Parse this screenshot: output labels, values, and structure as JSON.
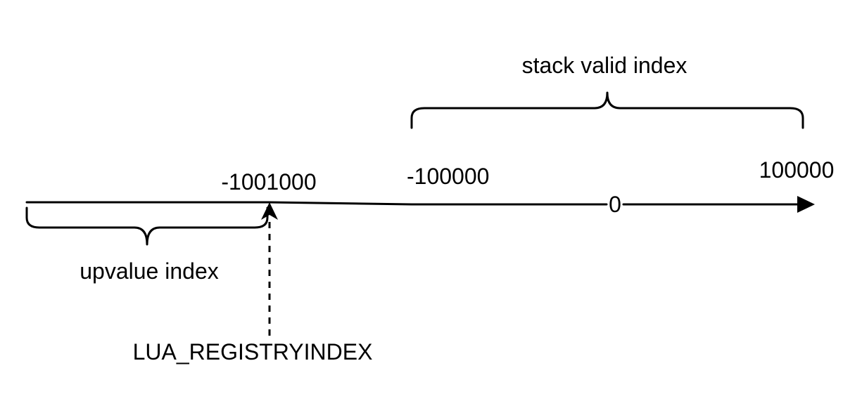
{
  "labels": {
    "stack_valid_index": "stack valid index",
    "upvalue_index": "upvalue index",
    "registry_index": "LUA_REGISTRYINDEX"
  },
  "axis": {
    "tick_neg_1001000": "-1001000",
    "tick_neg_100000": "-100000",
    "tick_zero": "0",
    "tick_pos_100000": "100000"
  },
  "colors": {
    "line": "#000000",
    "background": "#ffffff"
  }
}
